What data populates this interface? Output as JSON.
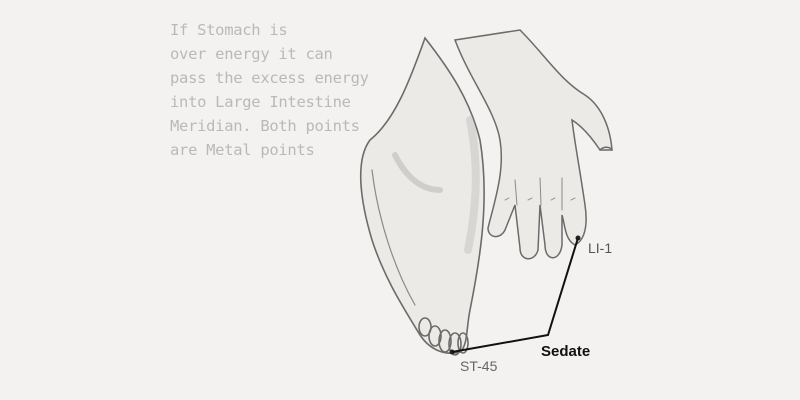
{
  "note": {
    "text": "If Stomach is\nover energy it can\npass the excess energy\ninto Large Intestine\nMeridian. Both points\nare Metal points"
  },
  "labels": {
    "li1": "LI-1",
    "st45": "ST-45",
    "sedate": "Sedate"
  },
  "colors": {
    "background": "#f3f2f0",
    "note_text": "#b9b9b9",
    "connector": "#111111"
  },
  "icons": {
    "foot": "foot-illustration",
    "hand": "hand-illustration"
  }
}
